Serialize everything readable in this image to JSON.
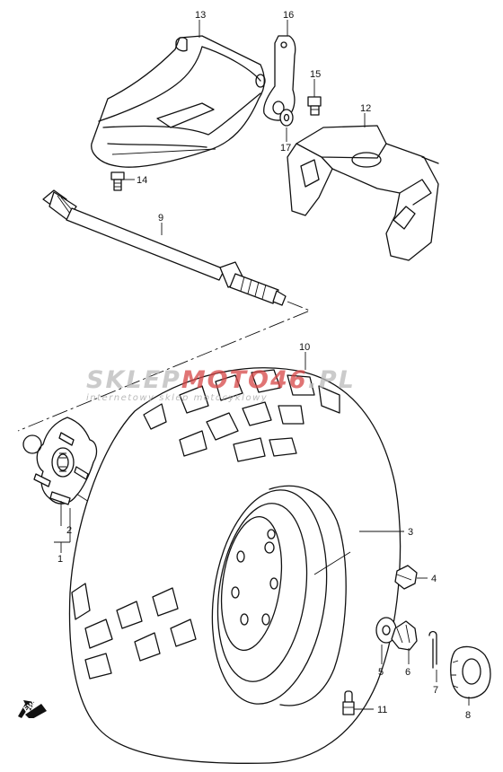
{
  "watermark": {
    "brand_part1": "SKLEP",
    "brand_part2": "MOTO46",
    "brand_part3": ".PL",
    "tagline": "internetowy sklep motocyklowy"
  },
  "direction_marker": {
    "label": "FWD",
    "icon": "forward-arrow-icon"
  },
  "parts": [
    {
      "ref": "1",
      "name": "hub-assembly"
    },
    {
      "ref": "2",
      "name": "hub-bolt"
    },
    {
      "ref": "3",
      "name": "wheel-rim"
    },
    {
      "ref": "4",
      "name": "wheel-nut"
    },
    {
      "ref": "5",
      "name": "washer"
    },
    {
      "ref": "6",
      "name": "castle-nut"
    },
    {
      "ref": "7",
      "name": "cotter-pin"
    },
    {
      "ref": "8",
      "name": "hub-cap"
    },
    {
      "ref": "9",
      "name": "drive-shaft"
    },
    {
      "ref": "10",
      "name": "tire"
    },
    {
      "ref": "11",
      "name": "valve"
    },
    {
      "ref": "12",
      "name": "bracket"
    },
    {
      "ref": "13",
      "name": "mud-guard"
    },
    {
      "ref": "14",
      "name": "guard-bolt"
    },
    {
      "ref": "15",
      "name": "bracket-bolt"
    },
    {
      "ref": "16",
      "name": "stay-plate"
    },
    {
      "ref": "17",
      "name": "stay-washer"
    }
  ]
}
